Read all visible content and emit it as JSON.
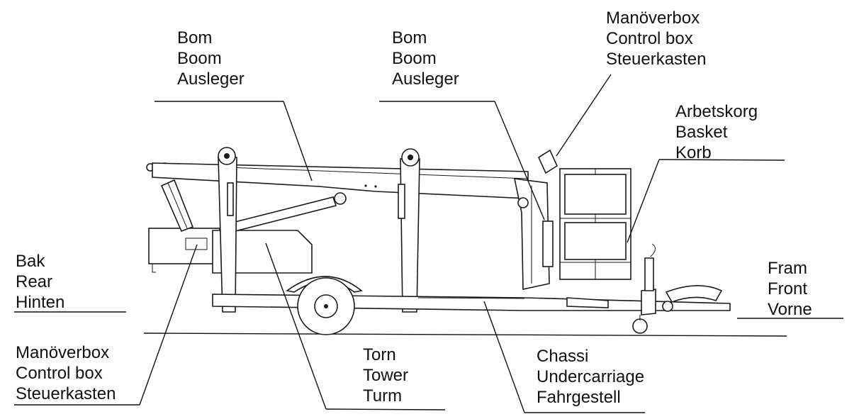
{
  "labels": {
    "boom_left": [
      "Bom",
      "Boom",
      "Ausleger"
    ],
    "boom_right": [
      "Bom",
      "Boom",
      "Ausleger"
    ],
    "control_box_top": [
      "Manöverbox",
      "Control box",
      "Steuerkasten"
    ],
    "basket": [
      "Arbetskorg",
      "Basket",
      "Korb"
    ],
    "rear": [
      "Bak",
      "Rear",
      "Hinten"
    ],
    "front": [
      "Fram",
      "Front",
      "Vorne"
    ],
    "control_box_bottom": [
      "Manöverbox",
      "Control box",
      "Steuerkasten"
    ],
    "tower": [
      "Torn",
      "Tower",
      "Turm"
    ],
    "undercarriage": [
      "Chassi",
      "Undercarriage",
      "Fahrgestell"
    ]
  }
}
